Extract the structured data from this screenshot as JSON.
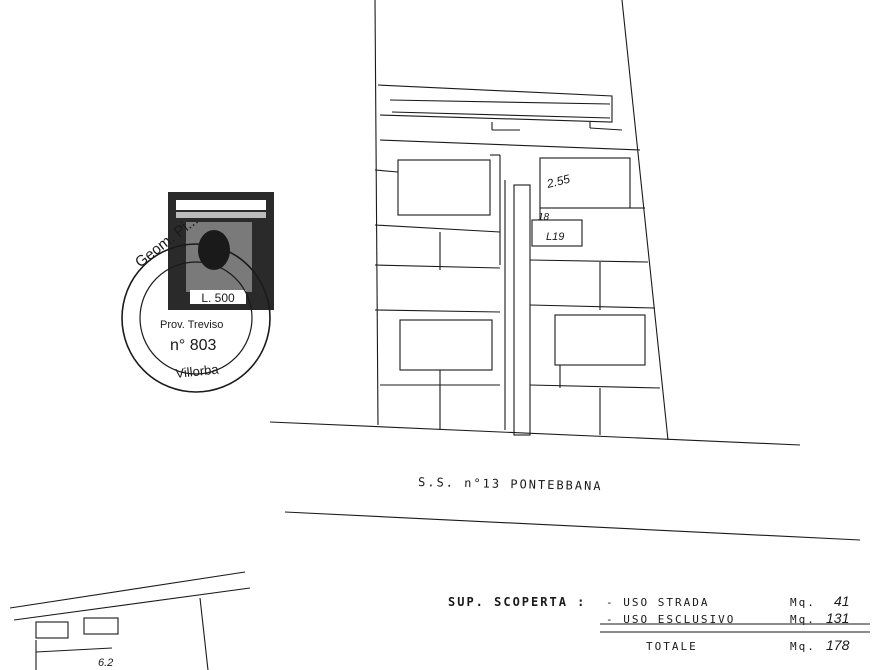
{
  "road_label": "S.S. n°13 PONTEBBANA",
  "room_tags": {
    "upper": "2.55",
    "small_code": "18",
    "box_value": "L19"
  },
  "stamp": {
    "ring_top": "Geom. Pi...",
    "ring_left": "Prov. Treviso",
    "number": "n° 803",
    "town": "Villorba",
    "value": "L. 500"
  },
  "surface_table": {
    "title": "SUP. SCOPERTA :",
    "rows": [
      {
        "label": "- USO STRADA",
        "unit": "Mq.",
        "value": "41"
      },
      {
        "label": "- USO ESCLUSIVO",
        "unit": "Mq.",
        "value": "131"
      }
    ],
    "total_label": "TOTALE",
    "total_unit": "Mq.",
    "total_value": "178"
  },
  "fragment_tag": "6.2",
  "colors": {
    "ink": "#1a1a1a",
    "paper": "#ffffff"
  }
}
